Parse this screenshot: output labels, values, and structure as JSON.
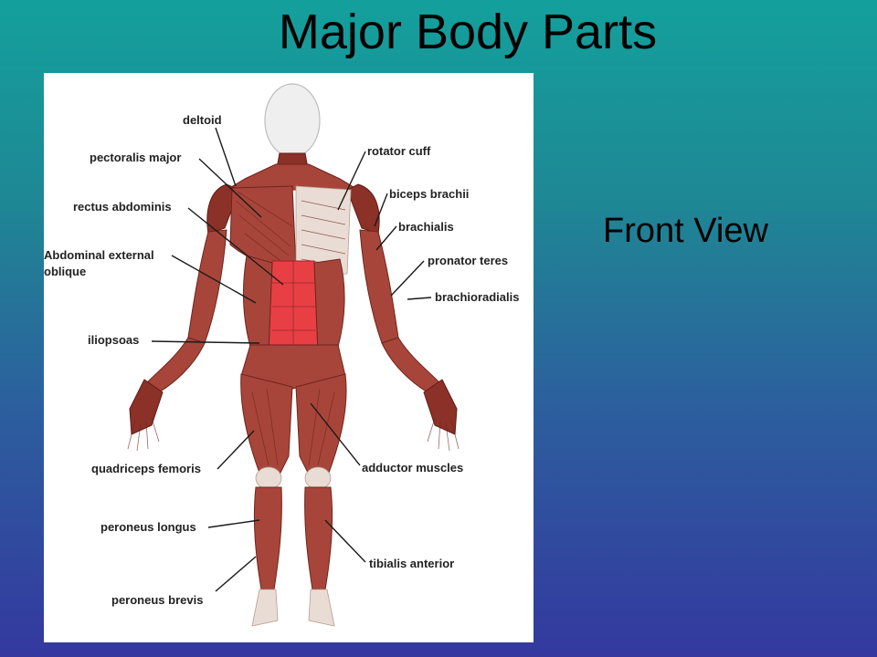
{
  "slide": {
    "title": "Major Body Parts",
    "subtitle": "Front View"
  },
  "diagram": {
    "labels": {
      "deltoid": "deltoid",
      "pectoralis_major": "pectoralis major",
      "rectus_abdominis": "rectus abdominis",
      "abdominal_external_oblique_line1": "Abdominal external",
      "abdominal_external_oblique_line2": "oblique",
      "iliopsoas": "iliopsoas",
      "quadriceps_femoris": "quadriceps femoris",
      "peroneus_longus": "peroneus longus",
      "peroneus_brevis": "peroneus brevis",
      "rotator_cuff": "rotator cuff",
      "biceps_brachii": "biceps brachii",
      "brachialis": "brachialis",
      "pronator_teres": "pronator teres",
      "brachioradialis": "brachioradialis",
      "adductor_muscles": "adductor muscles",
      "tibialis_anterior": "tibialis anterior"
    }
  }
}
